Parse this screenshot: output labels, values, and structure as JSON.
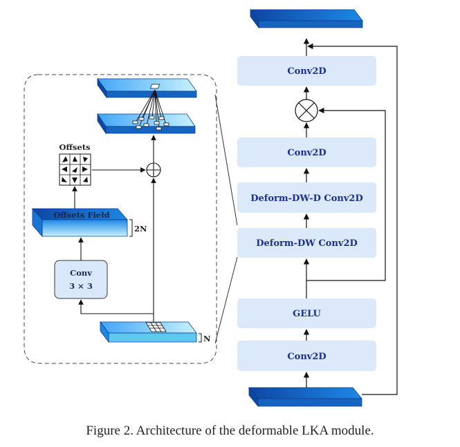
{
  "blocks": {
    "conv2d_top": "Conv2D",
    "conv2d_mid": "Conv2D",
    "deform_dw_d": "Deform-DW-D Conv2D",
    "deform_dw": "Deform-DW Conv2D",
    "gelu": "GELU",
    "conv2d_bottom": "Conv2D"
  },
  "inset": {
    "offsets_label": "Offsets",
    "offsets_field_label": "Offsets Field",
    "channels_2n": "2N",
    "channels_n": "N",
    "conv_label": "Conv",
    "conv_kernel": "3 × 3"
  },
  "caption": "Figure 2. Architecture of the deformable LKA module.",
  "colors": {
    "block_fill": "#dbe9fb",
    "block_text": "#1a2f8f",
    "tensor_dark": "#1565c0",
    "tensor_light": "#b3ecfb"
  }
}
